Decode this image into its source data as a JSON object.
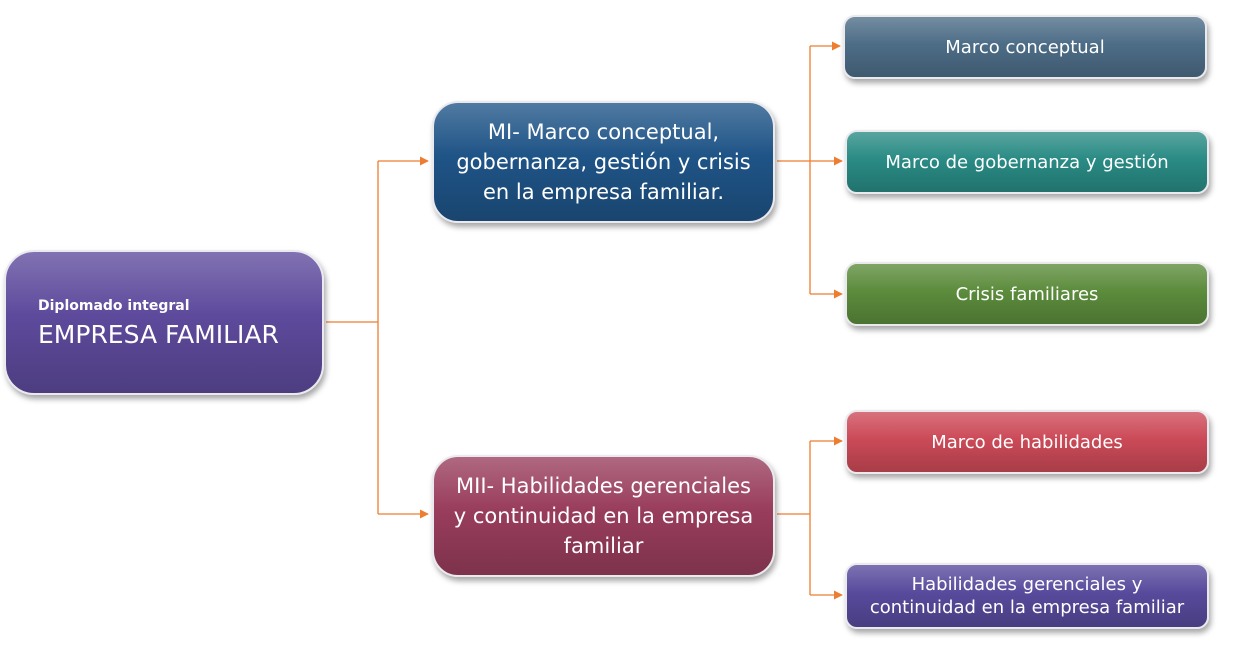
{
  "root": {
    "subtitle": "Diplomado integral",
    "title": "EMPRESA FAMILIAR",
    "color": "#5e4a9c"
  },
  "modules": [
    {
      "lines": [
        "MI- Marco conceptual,",
        "gobernanza, gestión y crisis",
        "en la empresa familiar."
      ],
      "color": "#1f5487",
      "children": [
        {
          "lines": [
            "Marco conceptual"
          ],
          "color": "#4d6d87"
        },
        {
          "lines": [
            "Marco de gobernanza y gestión"
          ],
          "color": "#2a8b85"
        },
        {
          "lines": [
            "Crisis familiares"
          ],
          "color": "#5c8c3c"
        }
      ]
    },
    {
      "lines": [
        "MII- Habilidades gerenciales",
        "y continuidad en la empresa",
        "familiar"
      ],
      "color": "#993d5c",
      "children": [
        {
          "lines": [
            "Marco de habilidades"
          ],
          "color": "#cc4a58"
        },
        {
          "lines": [
            "Habilidades gerenciales y",
            "continuidad en la empresa familiar"
          ],
          "color": "#584a9c"
        }
      ]
    }
  ],
  "connector_color": "#ed7d31"
}
